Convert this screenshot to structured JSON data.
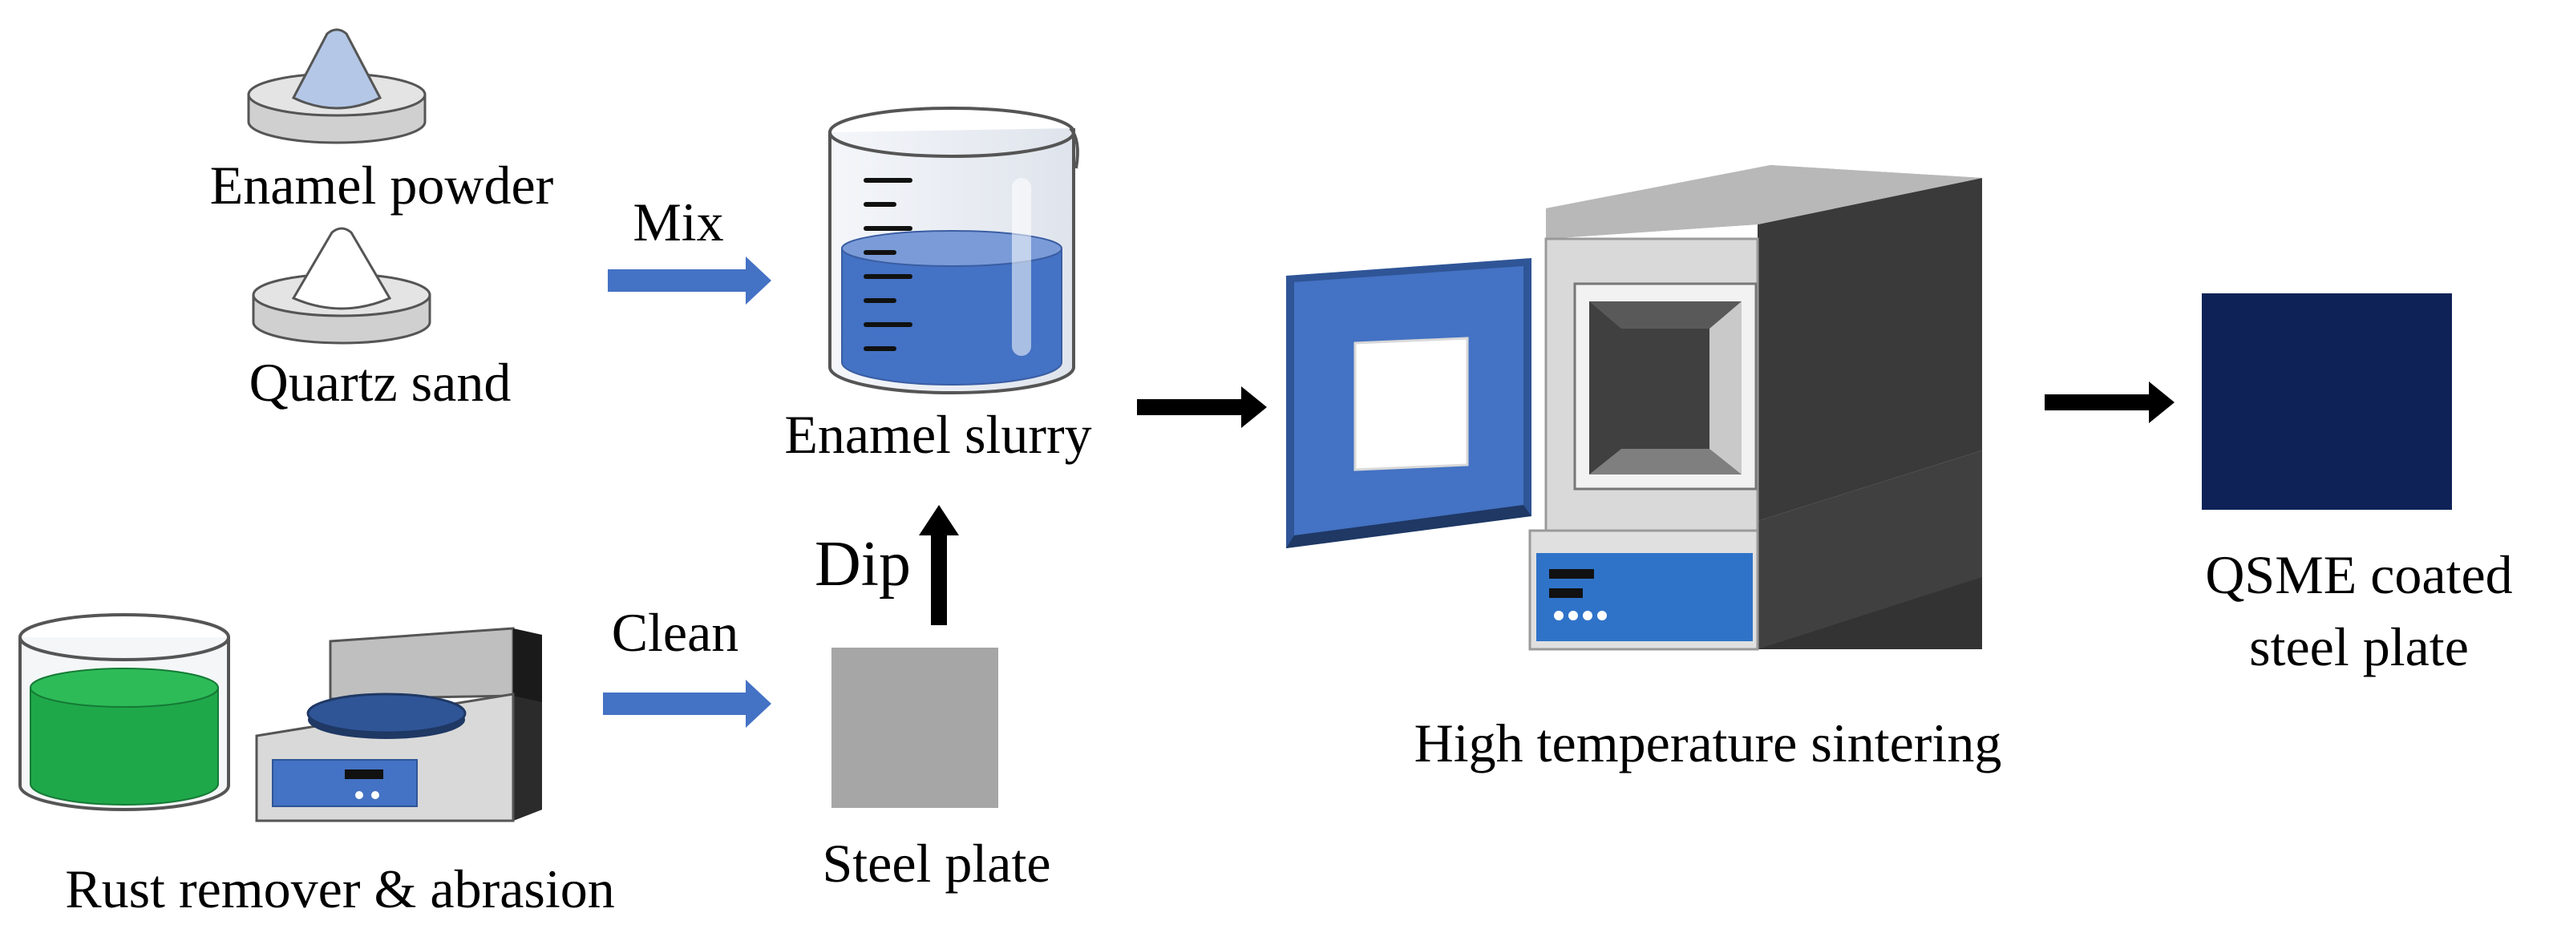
{
  "labels": {
    "enamel_powder": "Enamel powder",
    "quartz_sand": "Quartz sand",
    "mix": "Mix",
    "enamel_slurry": "Enamel slurry",
    "dip": "Dip",
    "clean": "Clean",
    "steel_plate": "Steel plate",
    "rust_remover": "Rust remover & abrasion",
    "sintering": "High temperature sintering",
    "product_line1": "QSME coated",
    "product_line2": "steel plate"
  },
  "colors": {
    "flow_arrow": "#4472c4",
    "process_arrow": "#000000",
    "slurry": "#4472c4",
    "rust_remover_liquid": "#1fa84a",
    "steel_plate": "#a6a6a6",
    "coated_plate": "#0e2257",
    "furnace_door": "#4472c4",
    "furnace_side": "#404040"
  },
  "icons": [
    "enamel-powder-pile-icon",
    "quartz-sand-pile-icon",
    "beaker-icon",
    "rust-remover-beaker-icon",
    "grinder-machine-icon",
    "furnace-icon"
  ]
}
